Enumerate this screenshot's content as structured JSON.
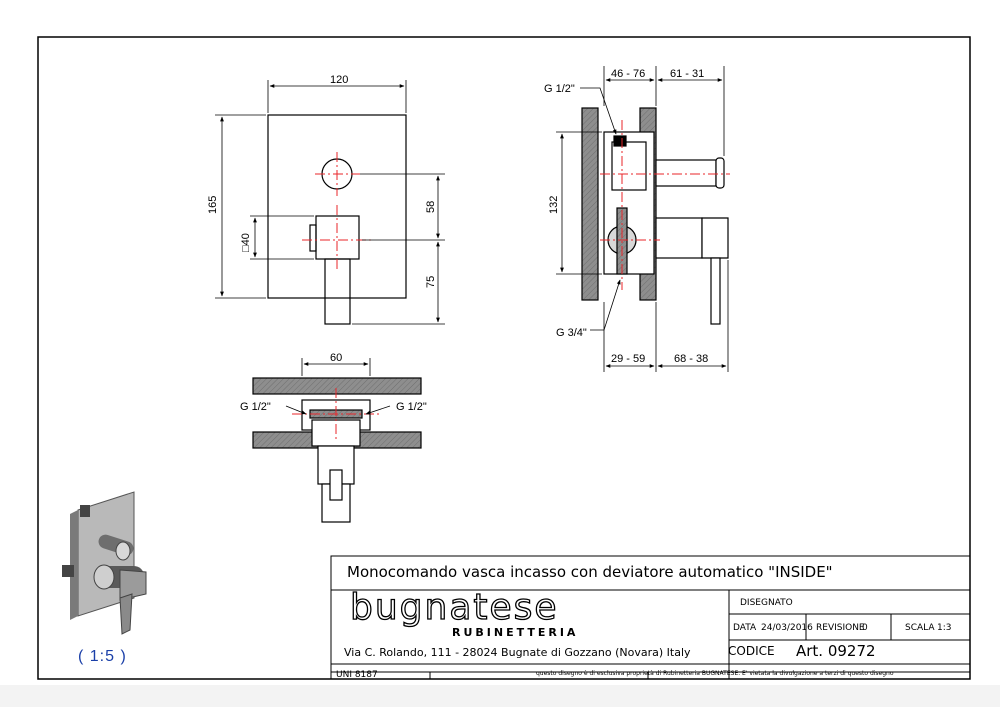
{
  "title_block": {
    "product_title": "Monocomando vasca incasso con deviatore automatico \"INSIDE\"",
    "logo_main": "bugnatese",
    "logo_sub": "RUBINETTERIA",
    "address": "Via C. Rolando, 111 - 28024 Bugnate di Gozzano (Novara) Italy",
    "disegnato_label": "DISEGNATO",
    "data_label": "DATA",
    "data_value": "24/03/2016",
    "revisione_label": "REVISIONE",
    "revisione_value": "0",
    "scala_label": "SCALA",
    "scala_value": "1:3",
    "codice_label": "CODICE",
    "codice_value": "Art. 09272",
    "uni_label": "UNI 8187",
    "disclaimer": "questo disegno è di esclusiva proprietà di Rubinetteria BUGNATESE. E' vietata la divulgazione a terzi di questo disegno"
  },
  "iso_scale_note": "( 1:5 )",
  "front_view": {
    "dim_width": "120",
    "dim_height": "165",
    "dim_upper": "58",
    "dim_lower": "75",
    "dim_square": "□40"
  },
  "side_view": {
    "thread_top": "G 1/2\"",
    "thread_bottom": "G 3/4\"",
    "dim_top_left": "46 - 76",
    "dim_top_right": "61 - 31",
    "dim_bottom_left": "29 - 59",
    "dim_bottom_right": "68 - 38",
    "dim_height": "132"
  },
  "top_view": {
    "dim_width": "60",
    "thread_left": "G 1/2\"",
    "thread_right": "G 1/2\""
  },
  "colors": {
    "centerline": "#e8262a",
    "section_fill": "#9a9a9a",
    "scale_note": "#1a3fa8",
    "linework": "#000000"
  }
}
